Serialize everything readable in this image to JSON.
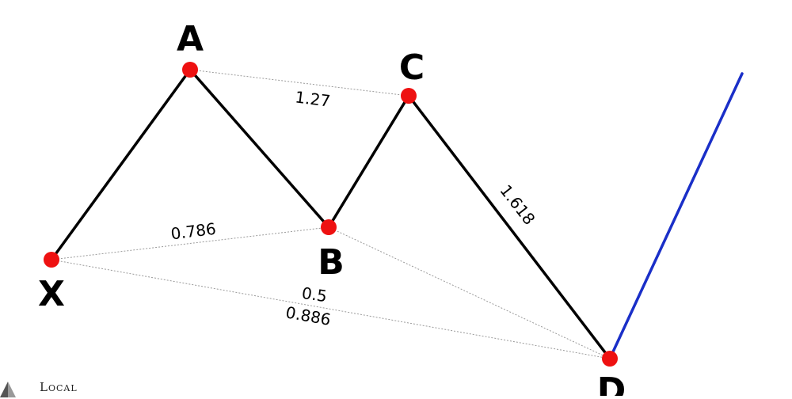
{
  "points": {
    "x": "X",
    "a": "A",
    "b": "B",
    "c": "C",
    "d": "D"
  },
  "ratios": {
    "ac": "1.27",
    "xb": "0.786",
    "cd": "1.618",
    "bd_half": "0.5",
    "xd": "0.886"
  },
  "colors": {
    "legs": "#000000",
    "pivots": "#ee1111",
    "continuation": "#1a2fc8",
    "guides": "#9a9a9a"
  },
  "logo": {
    "icon": "pyramid-logo-icon",
    "text": "Local"
  }
}
